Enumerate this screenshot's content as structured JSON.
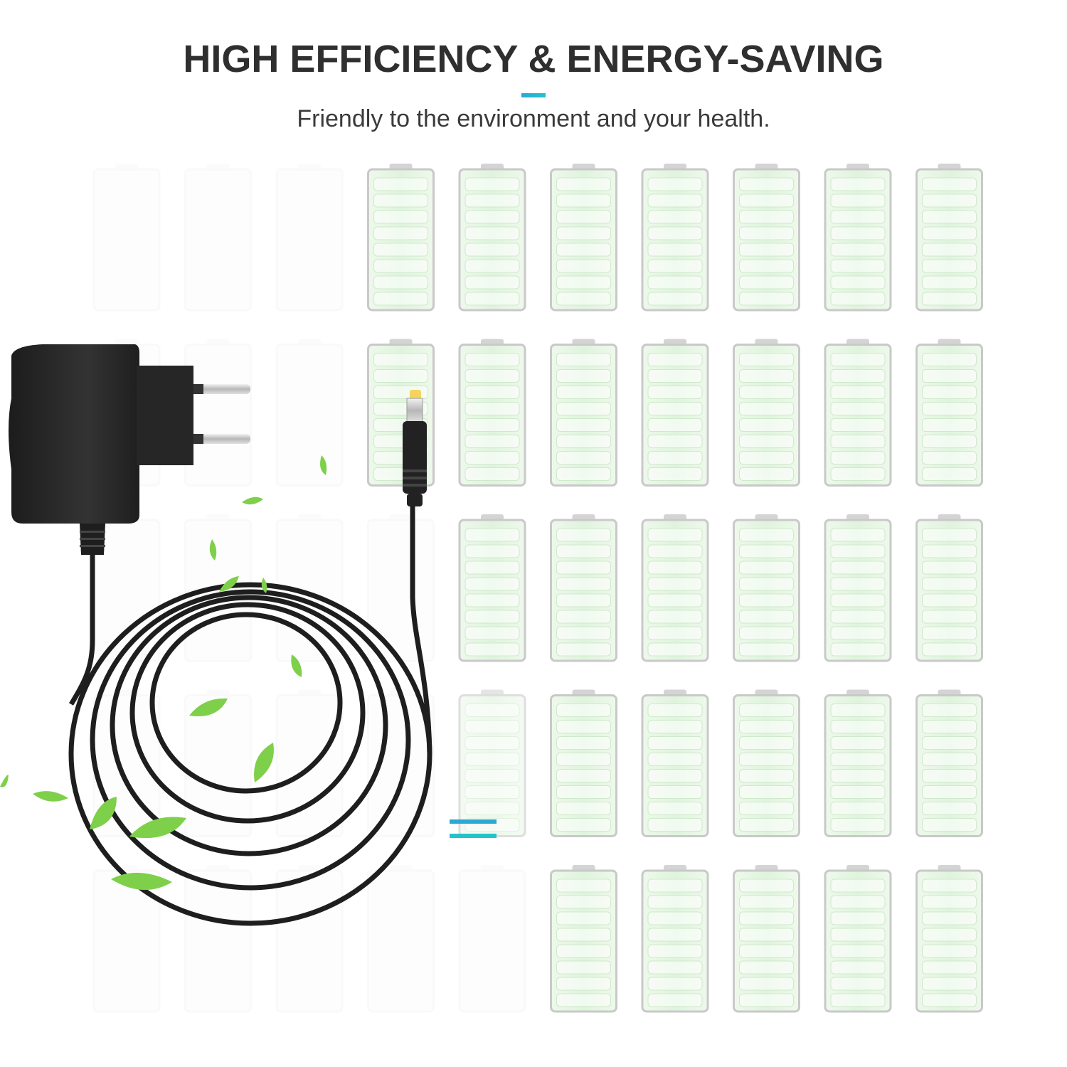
{
  "header": {
    "title": "HIGH EFFICIENCY & ENERGY-SAVING",
    "subtitle": "Friendly to the environment and your health."
  },
  "batteries": {
    "rows": [
      [
        0,
        0,
        0,
        1,
        1,
        1,
        1,
        1,
        1,
        1
      ],
      [
        0,
        0,
        0,
        1,
        1,
        1,
        1,
        1,
        1,
        1
      ],
      [
        0,
        0,
        0,
        0,
        1,
        1,
        1,
        1,
        1,
        1
      ],
      [
        0,
        0,
        0,
        0,
        0.5,
        1,
        1,
        1,
        1,
        1
      ],
      [
        0,
        0,
        0,
        0,
        0,
        1,
        1,
        1,
        1,
        1
      ]
    ]
  },
  "colors": {
    "title": "#2f2f2f",
    "accent": "#2aa8d6",
    "battery_fill": "#e6f6e4",
    "battery_outline": "#c9c9c9",
    "leaf": "#7ed04a",
    "adapter": "#2a2a2a"
  },
  "icons": [
    "battery-icon",
    "power-adapter-icon",
    "leaf-icon",
    "equals-icon"
  ]
}
